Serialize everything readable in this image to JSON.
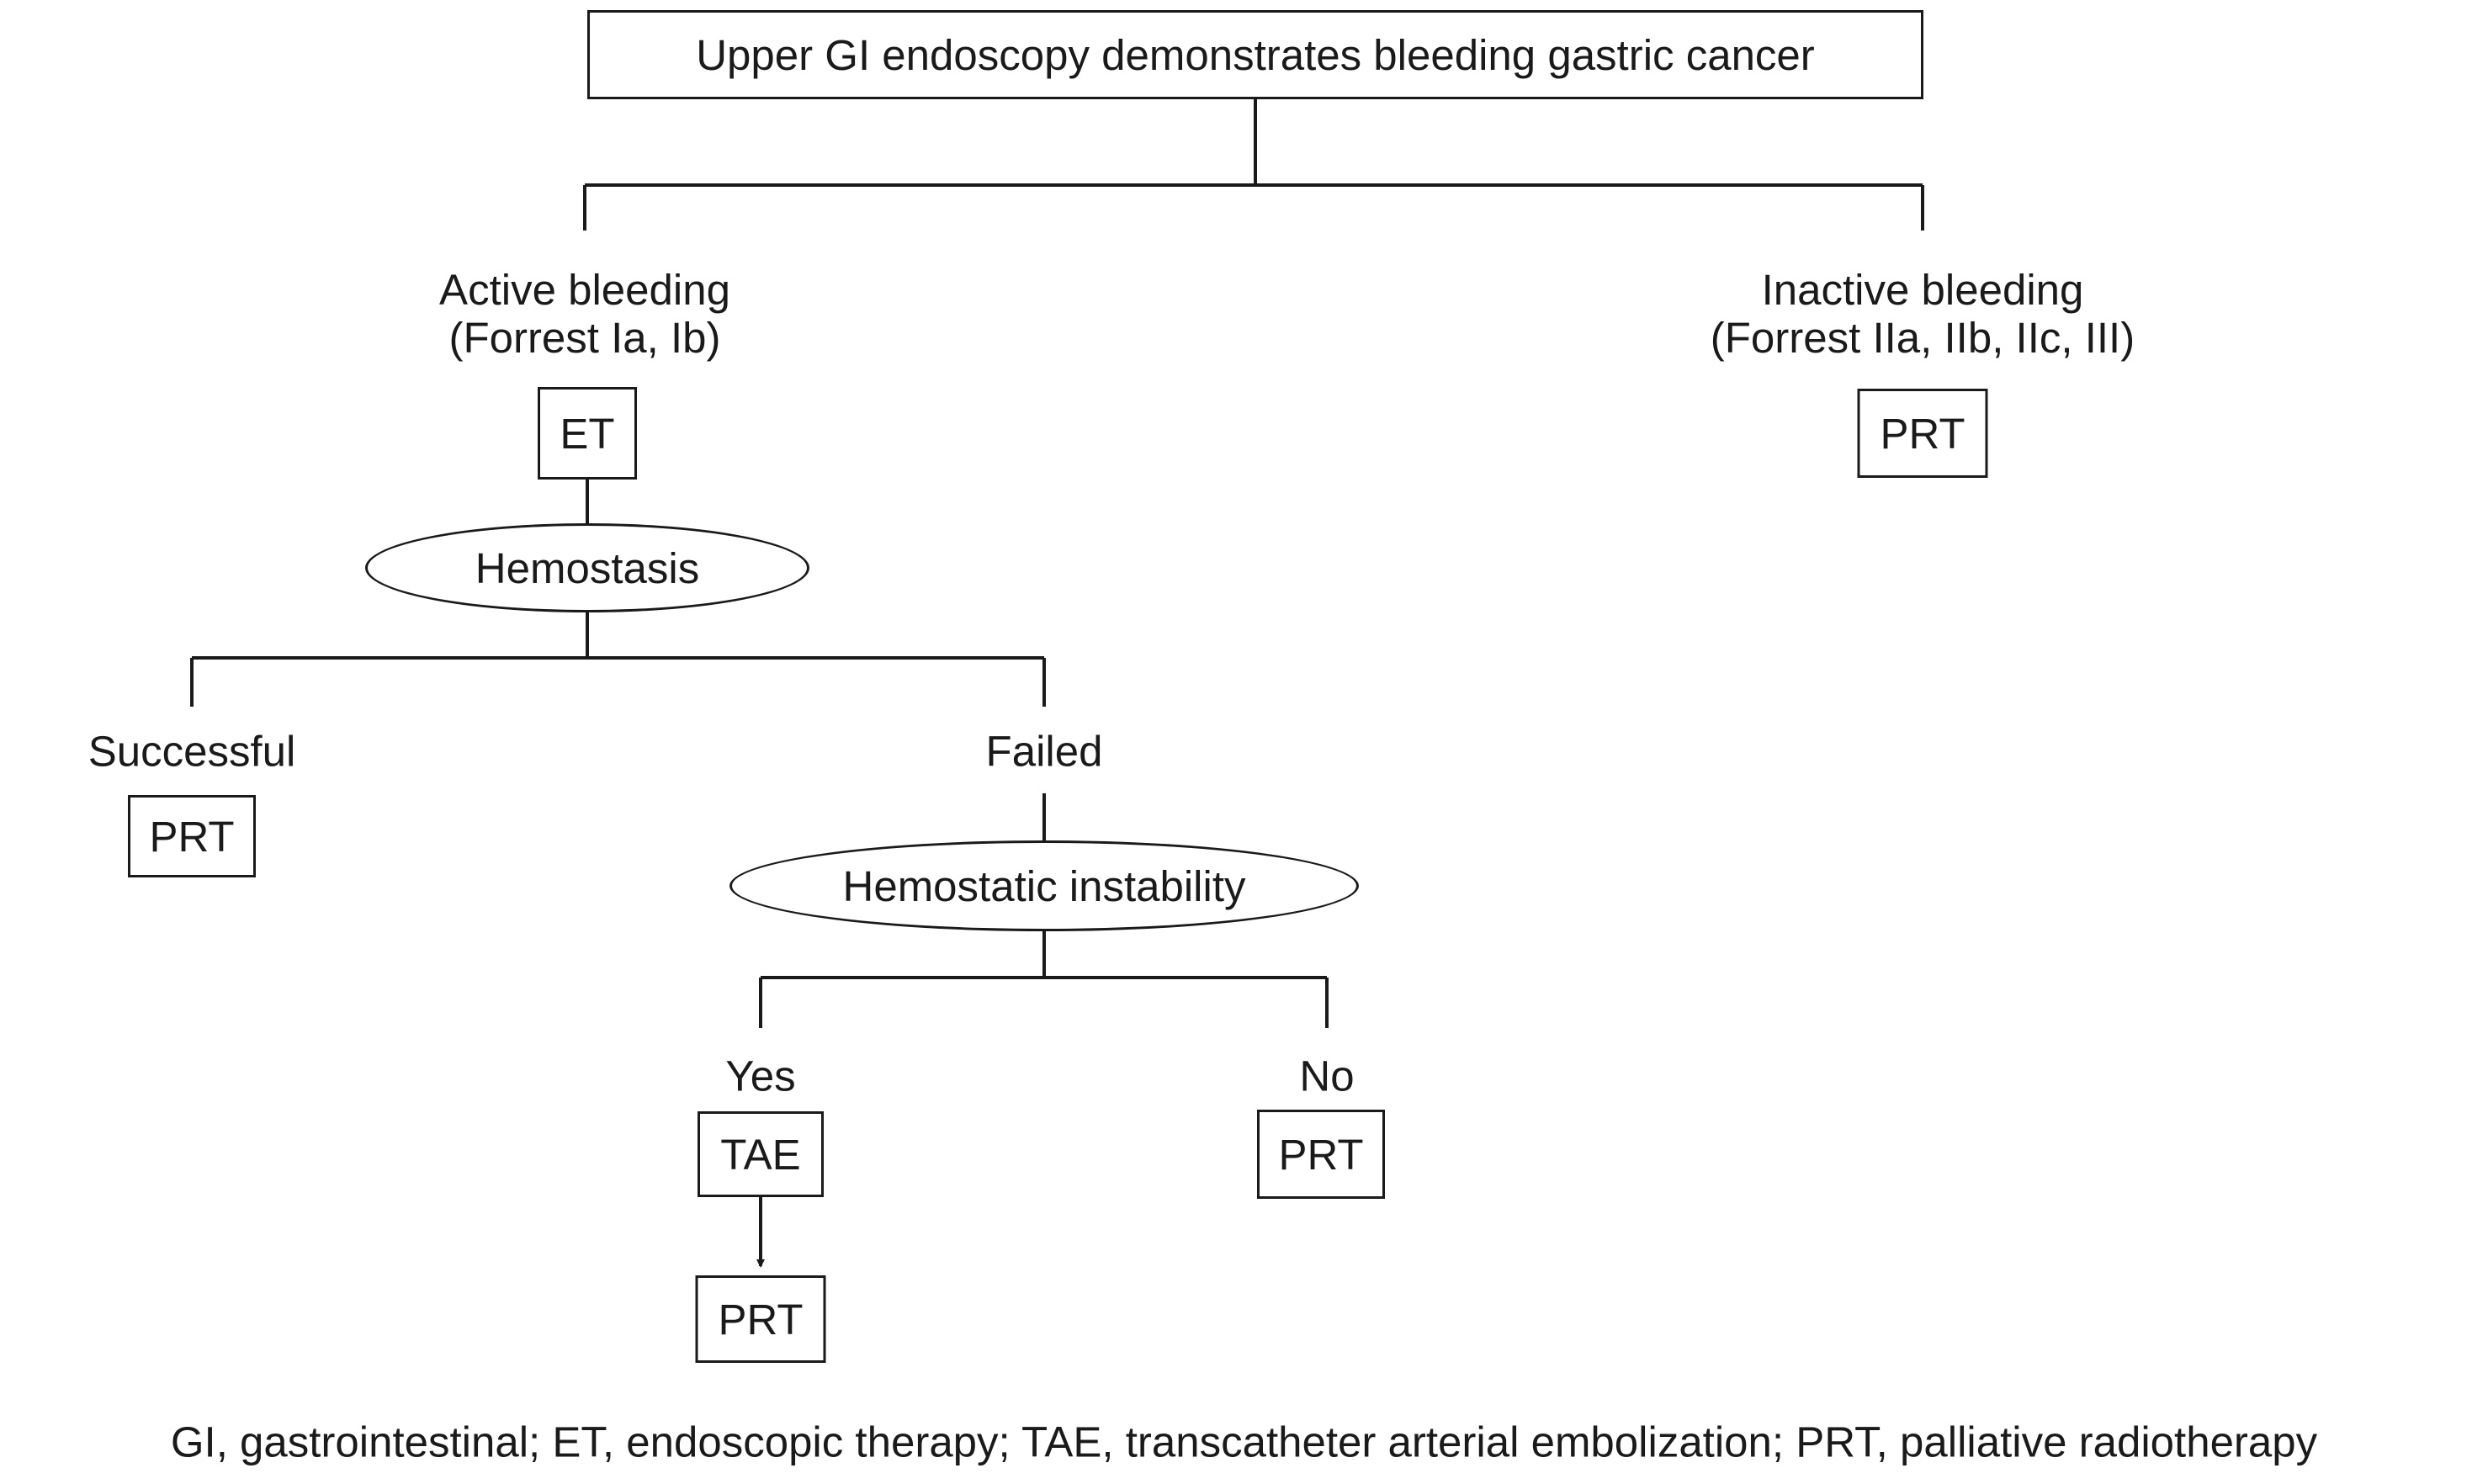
{
  "diagram": {
    "root": "Upper GI endoscopy demonstrates bleeding gastric cancer",
    "active_bleeding": {
      "label": "Active bleeding",
      "sub": "(Forrest Ia, Ib)",
      "treatment": "ET"
    },
    "inactive_bleeding": {
      "label": "Inactive bleeding",
      "sub": "(Forrest IIa, IIb, IIc, III)",
      "treatment": "PRT"
    },
    "hemostasis": "Hemostasis",
    "successful": {
      "label": "Successful",
      "treatment": "PRT"
    },
    "failed": "Failed",
    "instability": "Hemostatic instability",
    "yes": {
      "label": "Yes",
      "treatment": "TAE",
      "then": "PRT"
    },
    "no": {
      "label": "No",
      "treatment": "PRT"
    }
  },
  "footnote": "GI, gastrointestinal; ET, endoscopic therapy; TAE, transcatheter arterial embolization; PRT, palliative radiotherapy"
}
